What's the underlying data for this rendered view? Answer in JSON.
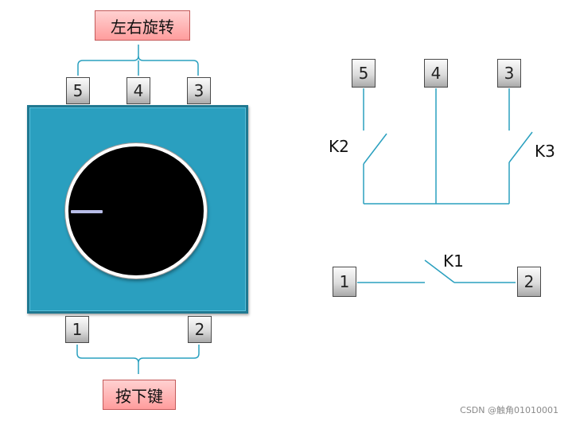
{
  "labels": {
    "rotate": "左右旋转",
    "press": "按下键"
  },
  "encoder_pins": {
    "top": [
      "5",
      "4",
      "3"
    ],
    "bottom": [
      "1",
      "2"
    ]
  },
  "schematic": {
    "rotary_pins": [
      "5",
      "4",
      "3"
    ],
    "switch_pins": [
      "1",
      "2"
    ],
    "switch_labels": {
      "k1": "K1",
      "k2": "K2",
      "k3": "K3"
    }
  },
  "watermark": "CSDN @触角01010001",
  "colors": {
    "body": "#2a9fbf",
    "wire": "#2aa0bf",
    "label_fill": "#ff9d9d"
  }
}
